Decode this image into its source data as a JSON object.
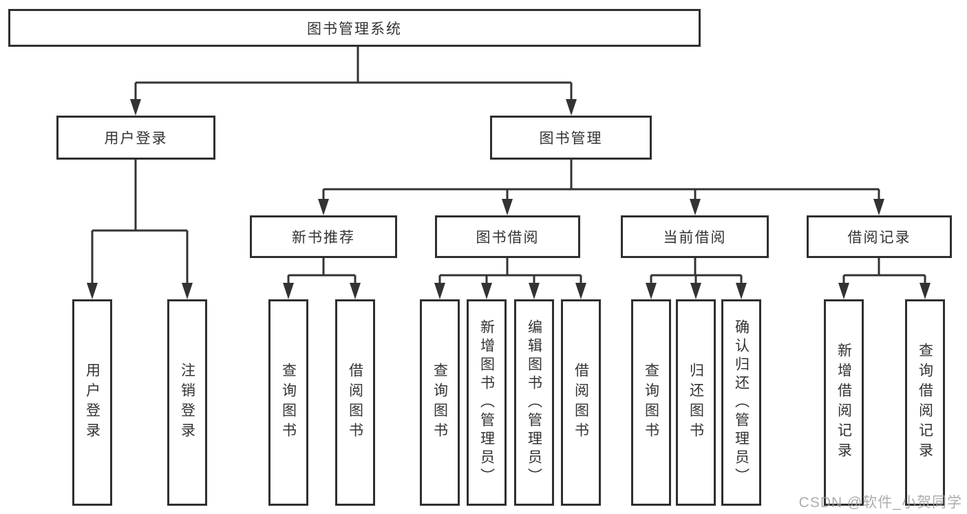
{
  "diagram": {
    "root": {
      "label": "图书管理系统",
      "children": [
        {
          "label": "用户登录",
          "children": [
            {
              "label": "用户登录"
            },
            {
              "label": "注销登录"
            }
          ]
        },
        {
          "label": "图书管理",
          "children": [
            {
              "label": "新书推荐",
              "children": [
                {
                  "label": "查询图书"
                },
                {
                  "label": "借阅图书"
                }
              ]
            },
            {
              "label": "图书借阅",
              "children": [
                {
                  "label": "查询图书"
                },
                {
                  "label": "新增图书（管理员）"
                },
                {
                  "label": "编辑图书（管理员）"
                },
                {
                  "label": "借阅图书"
                }
              ]
            },
            {
              "label": "当前借阅",
              "children": [
                {
                  "label": "查询图书"
                },
                {
                  "label": "归还图书"
                },
                {
                  "label": "确认归还（管理员）"
                }
              ]
            },
            {
              "label": "借阅记录",
              "children": [
                {
                  "label": "新增借阅记录"
                },
                {
                  "label": "查询借阅记录"
                }
              ]
            }
          ]
        }
      ]
    }
  },
  "watermark": {
    "text": "CSDN @软件_小贺同学",
    "color": "#9e9e9e"
  },
  "colors": {
    "line": "#333333",
    "box_border": "#2f2f2f",
    "text": "#333333",
    "background": "#ffffff"
  }
}
